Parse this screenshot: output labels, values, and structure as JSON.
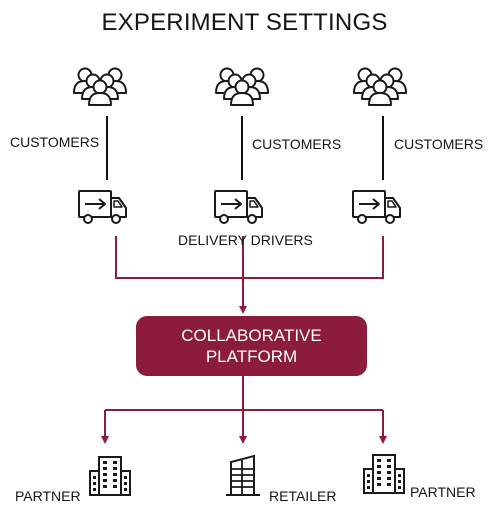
{
  "title": "EXPERIMENT SETTINGS",
  "labels": {
    "customers": [
      "CUSTOMERS",
      "CUSTOMERS",
      "CUSTOMERS"
    ],
    "delivery_drivers": "DELIVERY DRIVERS",
    "platform_line1": "COLLABORATIVE",
    "platform_line2": "PLATFORM",
    "partner_left": "PARTNER",
    "retailer": "RETAILER",
    "partner_right": "PARTNER"
  },
  "colors": {
    "accent": "#8c1c3b",
    "icon": "#1a1a1a",
    "background": "#ffffff"
  },
  "icons": [
    "customer-group-icon",
    "delivery-truck-icon",
    "office-building-icon"
  ]
}
